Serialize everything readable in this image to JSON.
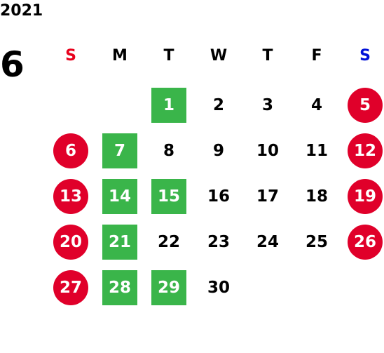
{
  "calendar": {
    "year": "2021",
    "month": "6",
    "weekdays": [
      {
        "label": "S",
        "color": "#e8001c"
      },
      {
        "label": "M",
        "color": "#000000"
      },
      {
        "label": "T",
        "color": "#000000"
      },
      {
        "label": "W",
        "color": "#000000"
      },
      {
        "label": "T",
        "color": "#000000"
      },
      {
        "label": "F",
        "color": "#000000"
      },
      {
        "label": "S",
        "color": "#0010d8"
      }
    ],
    "colors": {
      "holiday": "#e0002a",
      "marked": "#3ab54a"
    },
    "days": [
      {
        "day": "1",
        "col": 2,
        "row": 0,
        "style": "marked"
      },
      {
        "day": "2",
        "col": 3,
        "row": 0,
        "style": "plain"
      },
      {
        "day": "3",
        "col": 4,
        "row": 0,
        "style": "plain"
      },
      {
        "day": "4",
        "col": 5,
        "row": 0,
        "style": "plain"
      },
      {
        "day": "5",
        "col": 6,
        "row": 0,
        "style": "holiday"
      },
      {
        "day": "6",
        "col": 0,
        "row": 1,
        "style": "holiday"
      },
      {
        "day": "7",
        "col": 1,
        "row": 1,
        "style": "marked"
      },
      {
        "day": "8",
        "col": 2,
        "row": 1,
        "style": "plain"
      },
      {
        "day": "9",
        "col": 3,
        "row": 1,
        "style": "plain"
      },
      {
        "day": "10",
        "col": 4,
        "row": 1,
        "style": "plain"
      },
      {
        "day": "11",
        "col": 5,
        "row": 1,
        "style": "plain"
      },
      {
        "day": "12",
        "col": 6,
        "row": 1,
        "style": "holiday"
      },
      {
        "day": "13",
        "col": 0,
        "row": 2,
        "style": "holiday"
      },
      {
        "day": "14",
        "col": 1,
        "row": 2,
        "style": "marked"
      },
      {
        "day": "15",
        "col": 2,
        "row": 2,
        "style": "marked"
      },
      {
        "day": "16",
        "col": 3,
        "row": 2,
        "style": "plain"
      },
      {
        "day": "17",
        "col": 4,
        "row": 2,
        "style": "plain"
      },
      {
        "day": "18",
        "col": 5,
        "row": 2,
        "style": "plain"
      },
      {
        "day": "19",
        "col": 6,
        "row": 2,
        "style": "holiday"
      },
      {
        "day": "20",
        "col": 0,
        "row": 3,
        "style": "holiday"
      },
      {
        "day": "21",
        "col": 1,
        "row": 3,
        "style": "marked"
      },
      {
        "day": "22",
        "col": 2,
        "row": 3,
        "style": "plain"
      },
      {
        "day": "23",
        "col": 3,
        "row": 3,
        "style": "plain"
      },
      {
        "day": "24",
        "col": 4,
        "row": 3,
        "style": "plain"
      },
      {
        "day": "25",
        "col": 5,
        "row": 3,
        "style": "plain"
      },
      {
        "day": "26",
        "col": 6,
        "row": 3,
        "style": "holiday"
      },
      {
        "day": "27",
        "col": 0,
        "row": 4,
        "style": "holiday"
      },
      {
        "day": "28",
        "col": 1,
        "row": 4,
        "style": "marked"
      },
      {
        "day": "29",
        "col": 2,
        "row": 4,
        "style": "marked"
      },
      {
        "day": "30",
        "col": 3,
        "row": 4,
        "style": "plain"
      }
    ]
  }
}
